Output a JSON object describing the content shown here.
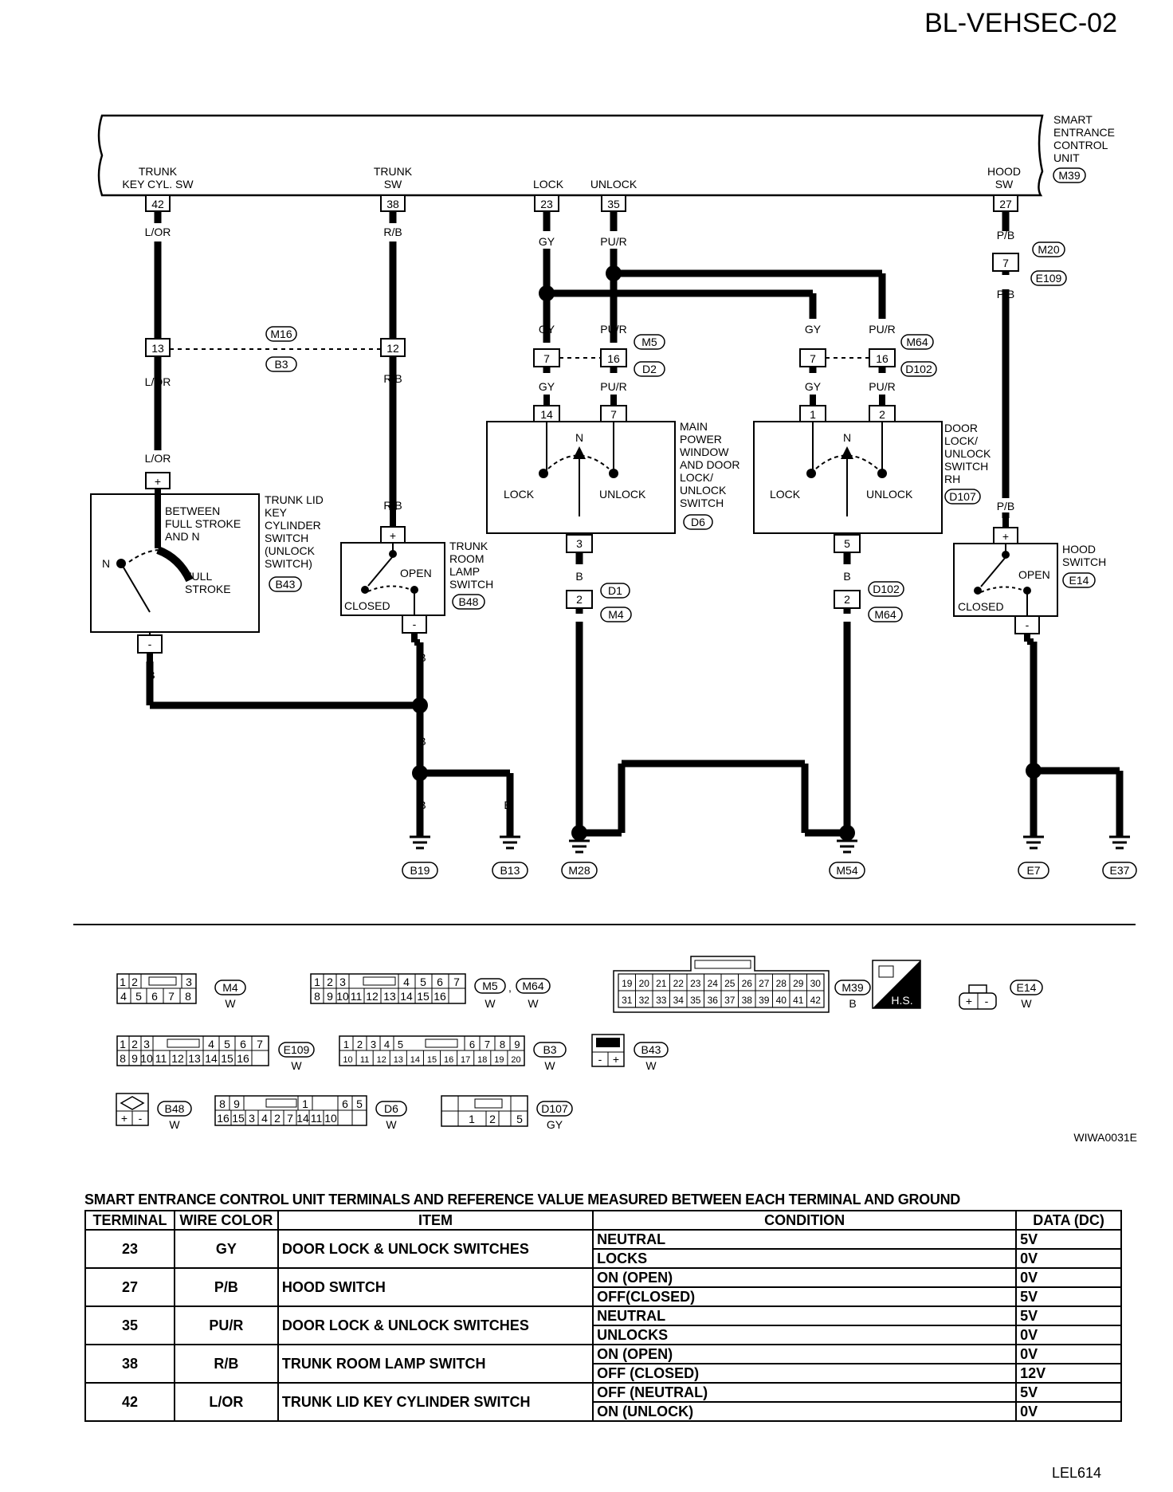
{
  "header": {
    "page_id": "BL-VEHSEC-02"
  },
  "unit": {
    "name_lines": [
      "SMART",
      "ENTRANCE",
      "CONTROL",
      "UNIT"
    ],
    "connector": "M39"
  },
  "terminals": [
    {
      "label_lines": [
        "TRUNK",
        "KEY CYL. SW"
      ],
      "pin": "42",
      "wire": "L/OR"
    },
    {
      "label_lines": [
        "TRUNK",
        "SW"
      ],
      "pin": "38",
      "wire": "R/B"
    },
    {
      "label_lines": [
        "LOCK"
      ],
      "pin": "23",
      "wire": "GY"
    },
    {
      "label_lines": [
        "UNLOCK"
      ],
      "pin": "35",
      "wire": "PU/R"
    },
    {
      "label_lines": [
        "HOOD",
        "SW"
      ],
      "pin": "27",
      "wire": "P/B"
    }
  ],
  "joints": {
    "m16_b3": {
      "pins": [
        "13",
        "12"
      ],
      "connectors": [
        "M16",
        "B3"
      ]
    },
    "m5_d2": {
      "pins": [
        "7",
        "16"
      ],
      "connectors": [
        "M5",
        "D2"
      ]
    },
    "m64_d102": {
      "pins": [
        "7",
        "16"
      ],
      "connectors": [
        "M64",
        "D102"
      ]
    },
    "m20_e109": {
      "pin": "7",
      "connectors": [
        "M20",
        "E109"
      ]
    },
    "d1_m4": {
      "pin": "2",
      "connectors": [
        "D1",
        "M4"
      ]
    },
    "d102_m64": {
      "pin": "2",
      "connectors": [
        "D102",
        "M64"
      ]
    }
  },
  "components": {
    "trunk_lid": {
      "name_lines": [
        "TRUNK LID",
        "KEY",
        "CYLINDER",
        "SWITCH",
        "(UNLOCK",
        "SWITCH)"
      ],
      "connector": "B43",
      "inner_lines": [
        "BETWEEN",
        "FULL STROKE",
        "AND N"
      ],
      "n": "N",
      "full_lines": [
        "FULL",
        "STROKE"
      ]
    },
    "trunk_room": {
      "name_lines": [
        "TRUNK",
        "ROOM",
        "LAMP",
        "SWITCH"
      ],
      "connector": "B48",
      "open": "OPEN",
      "closed": "CLOSED"
    },
    "main_power": {
      "name_lines": [
        "MAIN",
        "POWER",
        "WINDOW",
        "AND DOOR",
        "LOCK/",
        "UNLOCK",
        "SWITCH"
      ],
      "connector": "D6",
      "pins": [
        "14",
        "7",
        "3"
      ],
      "lock": "LOCK",
      "unlock": "UNLOCK",
      "n": "N"
    },
    "door_rh": {
      "name_lines": [
        "DOOR",
        "LOCK/",
        "UNLOCK",
        "SWITCH",
        "RH"
      ],
      "connector": "D107",
      "pins": [
        "1",
        "2",
        "5"
      ],
      "lock": "LOCK",
      "unlock": "UNLOCK",
      "n": "N"
    },
    "hood": {
      "name_lines": [
        "HOOD",
        "SWITCH"
      ],
      "connector": "E14",
      "open": "OPEN",
      "closed": "CLOSED"
    }
  },
  "symbols": {
    "plus": "+",
    "minus": "-"
  },
  "wires": {
    "ground": "B"
  },
  "grounds": [
    "B19",
    "B13",
    "M28",
    "M54",
    "E7",
    "E37"
  ],
  "connector_views": {
    "m4": {
      "pins": [
        "1",
        "2",
        "3",
        "4",
        "5",
        "6",
        "7",
        "8"
      ],
      "id": "M4",
      "color": "W"
    },
    "m5_m64": {
      "pins": [
        "1",
        "2",
        "3",
        "4",
        "5",
        "6",
        "7",
        "8",
        "9",
        "10",
        "11",
        "12",
        "13",
        "14",
        "15",
        "16"
      ],
      "ids": [
        "M5",
        "M64"
      ],
      "sep": ",",
      "color": "W"
    },
    "m39": {
      "pins": [
        "19",
        "20",
        "21",
        "22",
        "23",
        "24",
        "25",
        "26",
        "27",
        "28",
        "29",
        "30",
        "31",
        "32",
        "33",
        "34",
        "35",
        "36",
        "37",
        "38",
        "39",
        "40",
        "41",
        "42"
      ],
      "id": "M39",
      "color": "B"
    },
    "hs": "H.S.",
    "e14": {
      "pins": [
        "+",
        "-"
      ],
      "id": "E14",
      "color": "W"
    },
    "e109": {
      "pins": [
        "1",
        "2",
        "3",
        "4",
        "5",
        "6",
        "7",
        "8",
        "9",
        "10",
        "11",
        "12",
        "13",
        "14",
        "15",
        "16"
      ],
      "id": "E109",
      "color": "W"
    },
    "b3": {
      "pins": [
        "1",
        "2",
        "3",
        "4",
        "5",
        "6",
        "7",
        "8",
        "9",
        "10",
        "11",
        "12",
        "13",
        "14",
        "15",
        "16",
        "17",
        "18",
        "19",
        "20"
      ],
      "id": "B3",
      "color": "W"
    },
    "b43": {
      "pins": [
        "-",
        "+"
      ],
      "id": "B43",
      "color": "W"
    },
    "b48": {
      "pins": [
        "+",
        "-"
      ],
      "id": "B48",
      "color": "W"
    },
    "d6": {
      "pins": [
        "8",
        "9",
        "1",
        "6",
        "5",
        "16",
        "15",
        "3",
        "4",
        "2",
        "7",
        "14",
        "11",
        "10"
      ],
      "id": "D6",
      "color": "W"
    },
    "d107": {
      "pins": [
        "1",
        "2",
        "5"
      ],
      "id": "D107",
      "color": "GY"
    }
  },
  "figure_code": "WIWA0031E",
  "table": {
    "title": "SMART ENTRANCE CONTROL UNIT TERMINALS AND REFERENCE VALUE MEASURED BETWEEN EACH TERMINAL AND GROUND",
    "headers": [
      "TERMINAL",
      "WIRE COLOR",
      "ITEM",
      "CONDITION",
      "DATA (DC)"
    ],
    "rows": [
      {
        "terminal": "23",
        "wire": "GY",
        "item": "DOOR LOCK & UNLOCK SWITCHES",
        "conditions": [
          [
            "NEUTRAL",
            "5V"
          ],
          [
            "LOCKS",
            "0V"
          ]
        ]
      },
      {
        "terminal": "27",
        "wire": "P/B",
        "item": "HOOD SWITCH",
        "conditions": [
          [
            "ON (OPEN)",
            "0V"
          ],
          [
            "OFF(CLOSED)",
            "5V"
          ]
        ]
      },
      {
        "terminal": "35",
        "wire": "PU/R",
        "item": "DOOR LOCK & UNLOCK SWITCHES",
        "conditions": [
          [
            "NEUTRAL",
            "5V"
          ],
          [
            "UNLOCKS",
            "0V"
          ]
        ]
      },
      {
        "terminal": "38",
        "wire": "R/B",
        "item": "TRUNK ROOM LAMP SWITCH",
        "conditions": [
          [
            "ON (OPEN)",
            "0V"
          ],
          [
            "OFF (CLOSED)",
            "12V"
          ]
        ]
      },
      {
        "terminal": "42",
        "wire": "L/OR",
        "item": "TRUNK LID KEY CYLINDER SWITCH",
        "conditions": [
          [
            "OFF (NEUTRAL)",
            "5V"
          ],
          [
            "ON (UNLOCK)",
            "0V"
          ]
        ]
      }
    ]
  },
  "page_code": "LEL614"
}
